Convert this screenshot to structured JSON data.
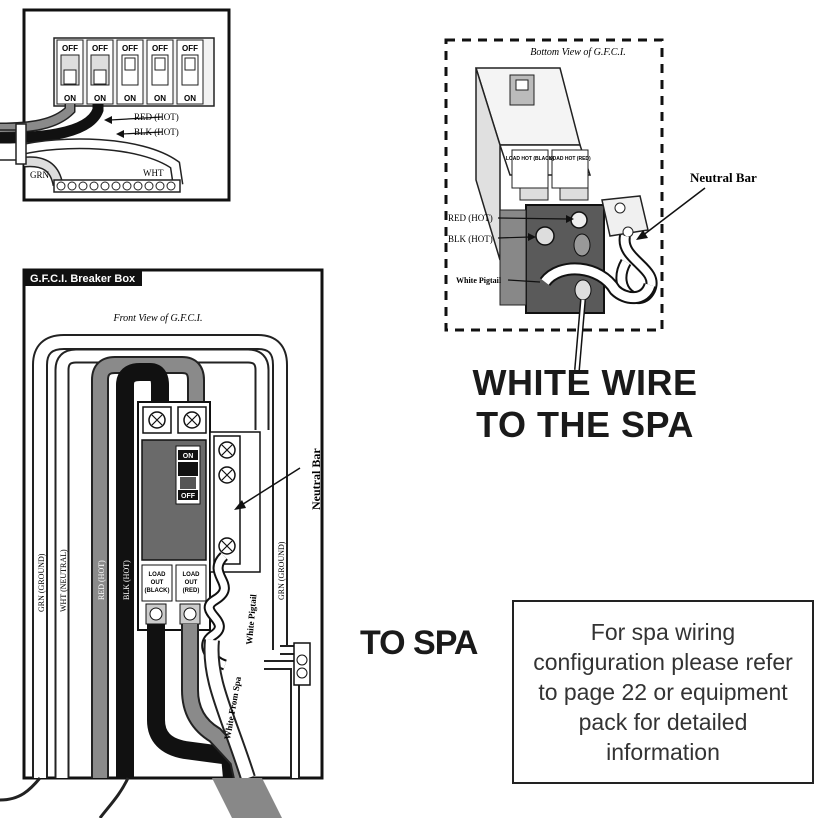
{
  "panel_top": {
    "switch_off_labels": [
      "OFF",
      "OFF",
      "OFF",
      "OFF",
      "OFF"
    ],
    "switch_on_labels": [
      "ON",
      "ON",
      "ON",
      "ON",
      "ON"
    ],
    "red_label": "RED (HOT)",
    "blk_label": "BLK (HOT)",
    "grn_label": "GRN",
    "wht_label": "WHT"
  },
  "bottom_view": {
    "title": "Bottom View of G.F.C.I.",
    "load_hot_black": "LOAD HOT (BLACK)",
    "load_hot_red": "LOAD HOT (RED)",
    "red_label": "RED (HOT)",
    "blk_label": "BLK (HOT)",
    "white_pigtail": "White Pigtail",
    "neutral_bar": "Neutral Bar"
  },
  "caption_white_wire": [
    "WHITE WIRE",
    "TO THE SPA"
  ],
  "breaker_box": {
    "title": "G.F.C.I. Breaker Box",
    "front_view": "Front View of G.F.C.I.",
    "on_label": "ON",
    "off_label": "OFF",
    "load_black": [
      "LOAD",
      "OUT",
      "(BLACK)"
    ],
    "load_red": [
      "LOAD",
      "OUT",
      "(RED)"
    ],
    "neutral_bar": "Neutral Bar",
    "white_pigtail": "White Pigtail",
    "white_from_spa": "White From Spa",
    "wire_labels": [
      "GRN (GROUND)",
      "WHT (NEUTRAL)",
      "RED (HOT)",
      "BLK (HOT)"
    ],
    "grn_ground_right": "GRN (GROUND)"
  },
  "to_spa": "TO SPA",
  "info_box_text": "For spa wiring configuration please refer to page 22 or equipment pack for detailed information"
}
